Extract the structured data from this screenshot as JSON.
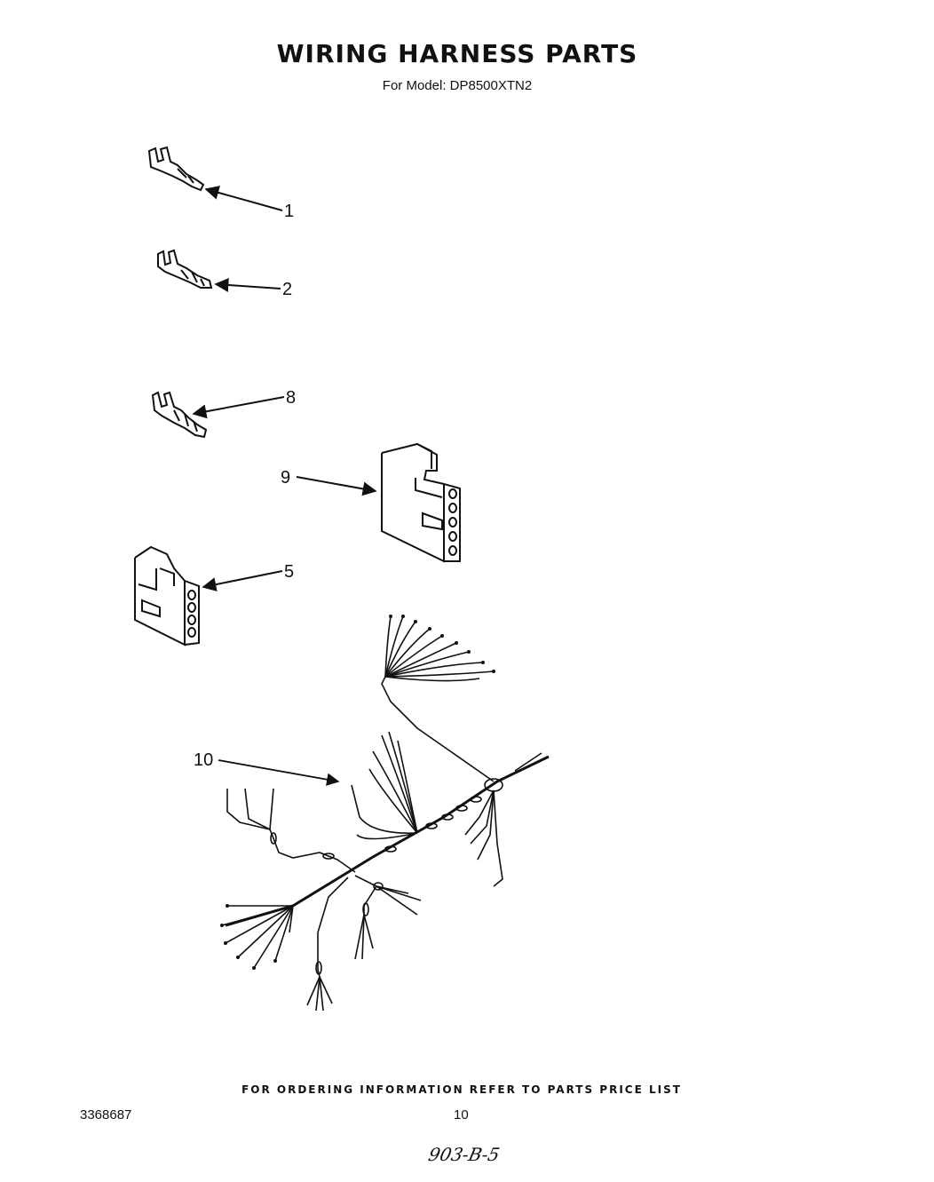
{
  "header": {
    "title": "WIRING HARNESS PARTS",
    "subtitle": "For Model: DP8500XTN2"
  },
  "callouts": {
    "part_1": "1",
    "part_2": "2",
    "part_8": "8",
    "part_9": "9",
    "part_5": "5",
    "part_10": "10"
  },
  "footer": {
    "ordering_note": "FOR ORDERING INFORMATION REFER TO PARTS PRICE LIST",
    "document_number": "3368687",
    "page_number": "10",
    "handwritten_code": "903-B-5"
  }
}
